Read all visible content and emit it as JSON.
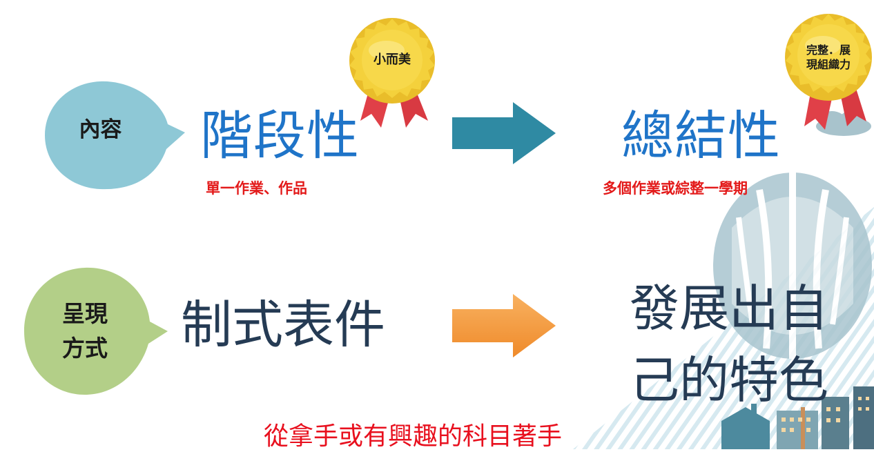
{
  "rows": [
    {
      "bubble_label": "內容",
      "bubble_color": "#8ec8d6",
      "left_text": "階段性",
      "left_subtitle": "單一作業、作品",
      "left_badge": "小而美",
      "arrow_color": "#2f8aa3",
      "right_text": "總結性",
      "right_subtitle": "多個作業或綜整一學期",
      "right_badge": "完整．展\n現組織力"
    },
    {
      "bubble_label": "呈現\n方式",
      "bubble_color": "#b3cf88",
      "left_text": "制式表件",
      "arrow_color": "#f59a3e",
      "right_text": "發展出自\n己的特色"
    }
  ],
  "footer_text": "從拿手或有興趣的科目著手",
  "colors": {
    "title_blue": "#1f74c8",
    "text_navy": "#253b54",
    "accent_red": "#e31a1a",
    "badge_gold": "#f0c830",
    "ribbon_red": "#e04048"
  },
  "icons": [
    "award-ribbon-icon",
    "hot-air-balloon-illustration",
    "city-skyline-illustration"
  ]
}
